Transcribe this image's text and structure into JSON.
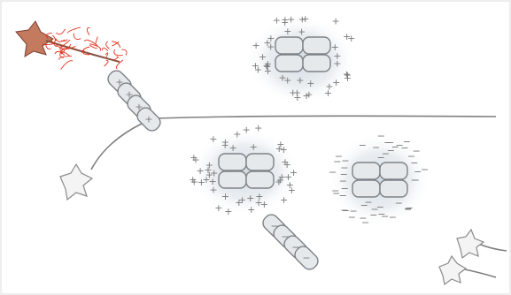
{
  "symbols": {
    "plus": "+",
    "minus": "−"
  },
  "colors": {
    "neuron_body": "#c47a5e",
    "tangle": "#e0301a",
    "cell_fill": "#e6e9ec",
    "cell_stroke": "#7d8287",
    "cloud": "#cfd8df",
    "line": "#7f7f7f",
    "outline_neuron": "#f4f4f4"
  },
  "clusters": [
    {
      "charge": "plus"
    },
    {
      "charge": "plus"
    },
    {
      "charge": "minus"
    }
  ],
  "myelin_chains": [
    {
      "charge": "plus",
      "segments": 4
    },
    {
      "charge": "minus",
      "segments": 4
    }
  ]
}
